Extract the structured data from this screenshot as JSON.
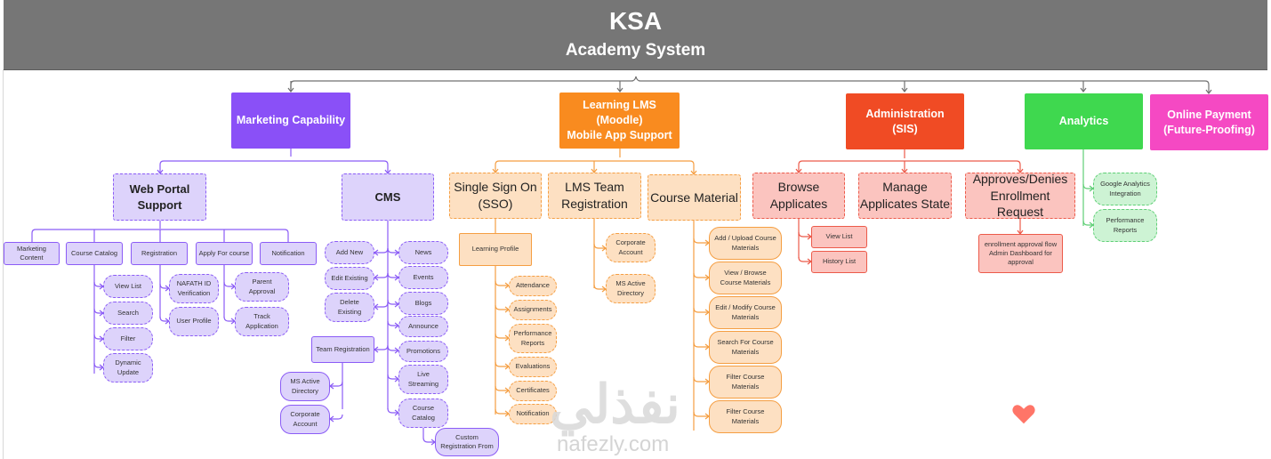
{
  "header": {
    "title": "KSA",
    "subtitle": "Academy System"
  },
  "colors": {
    "header": "#767676",
    "marketing": "#8a50f7",
    "lms": "#f98b1f",
    "administration": "#f04b24",
    "analytics": "#3fd84f",
    "online_payment": "#f549c3",
    "purple_light": "#ddd3fb",
    "orange_light": "#fde0c2",
    "red_light": "#fbc4bf",
    "green_light": "#cdf3d4"
  },
  "top_nodes": {
    "marketing": "Marketing Capability",
    "lms": "Learning LMS\n(Moodle)\nMobile App Support",
    "administration": "Administration\n(SIS)",
    "analytics": "Analytics",
    "online_payment": "Online Payment\n(Future-Proofing)"
  },
  "marketing": {
    "web_portal": "Web Portal\nSupport",
    "cms": "CMS",
    "web_portal_items": [
      "Marketing\nContent",
      "Course Catalog",
      "Registration",
      "Apply For course",
      "Notification"
    ],
    "course_catalog_items": [
      "View List",
      "Search",
      "Filter",
      "Dynamic\nUpdate"
    ],
    "registration_items": [
      "NAFATH ID\nVerification",
      "User Profile"
    ],
    "apply_items": [
      "Parent\nApproval",
      "Track\nApplication"
    ],
    "cms_actions": [
      "Add New",
      "Edit Existing",
      "Delete\nExisting"
    ],
    "cms_content": [
      "News",
      "Events",
      "Blogs",
      "Announce",
      "Promotions",
      "Live\nStreaming",
      "Course\nCatalog"
    ],
    "team_registration": "Team Registration",
    "team_registration_items": [
      "MS Active\nDirectory",
      "Corporate\nAccount"
    ],
    "custom_registration": "Custom\nRegistration From"
  },
  "lms": {
    "sso": "Single Sign On\n(SSO)",
    "team_registration": "LMS Team\nRegistration",
    "course_material": "Course Material",
    "learning_profile": "Learning Profile",
    "profile_items": [
      "Attendance",
      "Assignments",
      "Performance\nReports",
      "Evaluations",
      "Certificates",
      "Notification"
    ],
    "team_items": [
      "Corporate\nAccount",
      "MS Active\nDirectory"
    ],
    "material_items": [
      "Add / Upload Course\nMaterials",
      "View / Browse\nCourse Materials",
      "Edit / Modify Course\nMaterials",
      "Search For Course\nMaterials",
      "Filter Course\nMaterials",
      "Filter Course\nMaterials"
    ]
  },
  "administration": {
    "browse": "Browse\nApplicates",
    "manage": "Manage\nApplicates State",
    "approves": "Approves/Denies\nEnrollment Request",
    "browse_items": [
      "View List",
      "History List"
    ],
    "approval_flow": "enrollment approval flow\nAdmin Dashboard for\napproval"
  },
  "analytics": {
    "items": [
      "Google Analytics\nIntegration",
      "Performance\nReports"
    ]
  },
  "watermark": {
    "arabic": "نفذلي",
    "latin": "nafezly.com"
  }
}
